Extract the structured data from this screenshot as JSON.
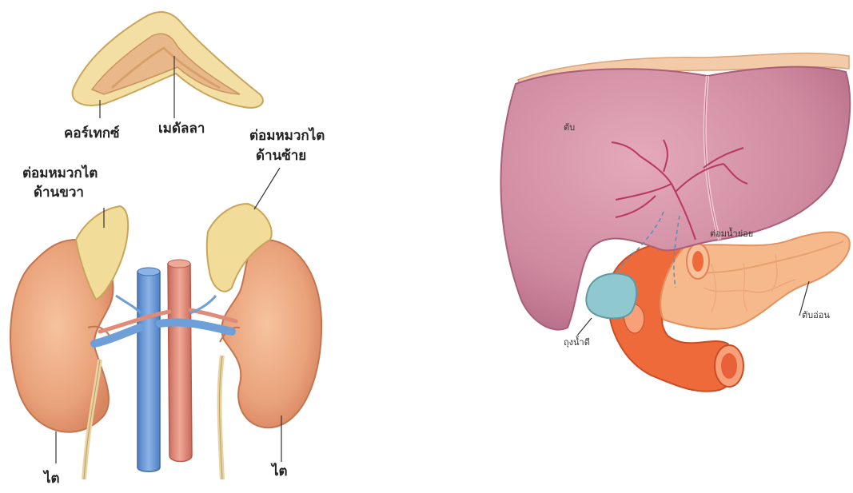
{
  "left_panel": {
    "labels": {
      "cortex": "คอร์เทกซ์",
      "medulla": "เมดัลลา",
      "right_adrenal_line1": "ต่อมหมวกไต",
      "right_adrenal_line2": "ด้านขวา",
      "left_adrenal_line1": "ต่อมหมวกไต",
      "left_adrenal_line2": "ด้านซ้าย",
      "kidney_right": "ไต",
      "kidney_left": "ไต"
    }
  },
  "right_panel": {
    "labels": {
      "liver": "ตับ",
      "pancreatic_duct": "ต่อมน้ำย่อย",
      "pancreas": "ตับอ่อน",
      "gallbladder": "ถุงน้ำดี"
    }
  },
  "colors": {
    "kidney": "#e9a27a",
    "adrenal": "#f1dc9a",
    "vein": "#6e9fd9",
    "artery": "#e08a78",
    "liver": "#cf8aa0",
    "pancreas": "#f6b98c",
    "duodenum": "#ef6a3a",
    "gallbladder": "#8fc8cf"
  }
}
